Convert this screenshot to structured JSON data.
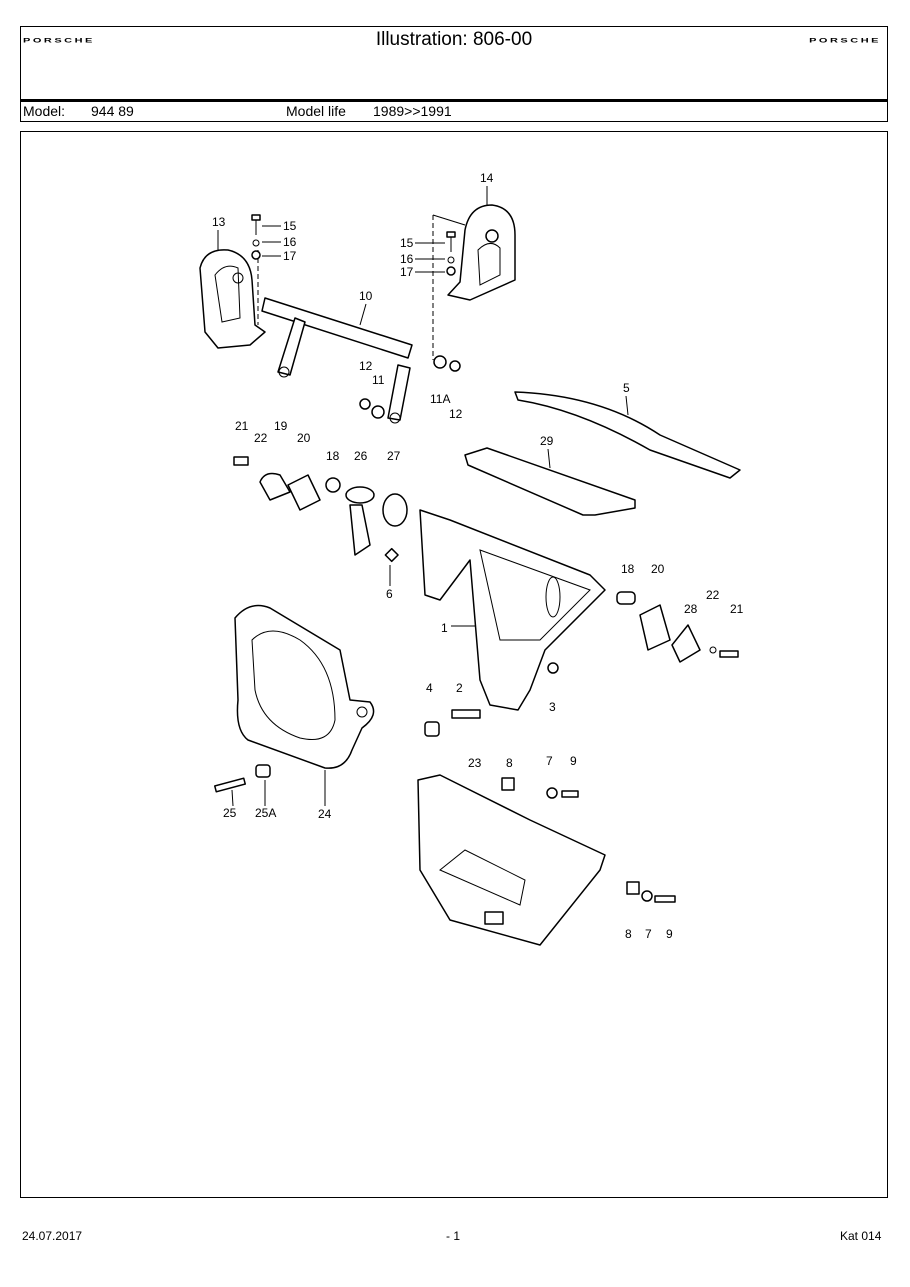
{
  "header": {
    "logo_left": "PORSCHE",
    "title": "Illustration: 806-00",
    "logo_right": "PORSCHE",
    "model_label": "Model:",
    "model_value": "944 89",
    "model_life_label": "Model life",
    "model_life_value": "1989>>1991"
  },
  "callouts": [
    "14",
    "13",
    "15",
    "16",
    "17",
    "15",
    "16",
    "17",
    "10",
    "12",
    "11",
    "11A",
    "12",
    "5",
    "21",
    "22",
    "19",
    "20",
    "18",
    "26",
    "27",
    "29",
    "6",
    "1",
    "18",
    "20",
    "28",
    "22",
    "21",
    "4",
    "2",
    "3",
    "23",
    "8",
    "7",
    "9",
    "25",
    "25A",
    "24",
    "8",
    "7",
    "9"
  ],
  "footer": {
    "date": "24.07.2017",
    "page": "- 1",
    "catalog": "Kat 014"
  }
}
